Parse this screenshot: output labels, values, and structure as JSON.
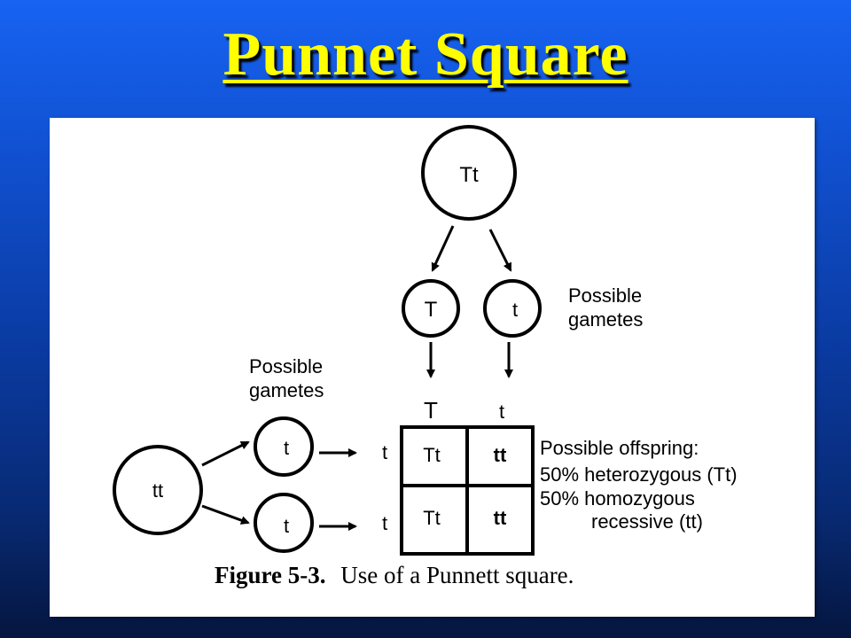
{
  "slide": {
    "title": "Punnet Square"
  },
  "diagram": {
    "parent_top": {
      "genotype": "Tt"
    },
    "top_gametes": {
      "label_line1": "Possible",
      "label_line2": "gametes",
      "g1": "T",
      "g2": "t"
    },
    "parent_left": {
      "genotype": "tt"
    },
    "left_gametes": {
      "label_line1": "Possible",
      "label_line2": "gametes",
      "g1": "t",
      "g2": "t"
    },
    "grid": {
      "col_headers": [
        "T",
        "t"
      ],
      "row_headers": [
        "t",
        "t"
      ],
      "cells": [
        [
          "Tt",
          "tt"
        ],
        [
          "Tt",
          "tt"
        ]
      ]
    },
    "offspring": {
      "heading": "Possible offspring:",
      "line1": "50% heterozygous (Tt)",
      "line2": "50% homozygous",
      "line3": "recessive (tt)"
    },
    "caption": {
      "bold": "Figure 5-3.",
      "text": "Use of a Punnett square."
    }
  }
}
